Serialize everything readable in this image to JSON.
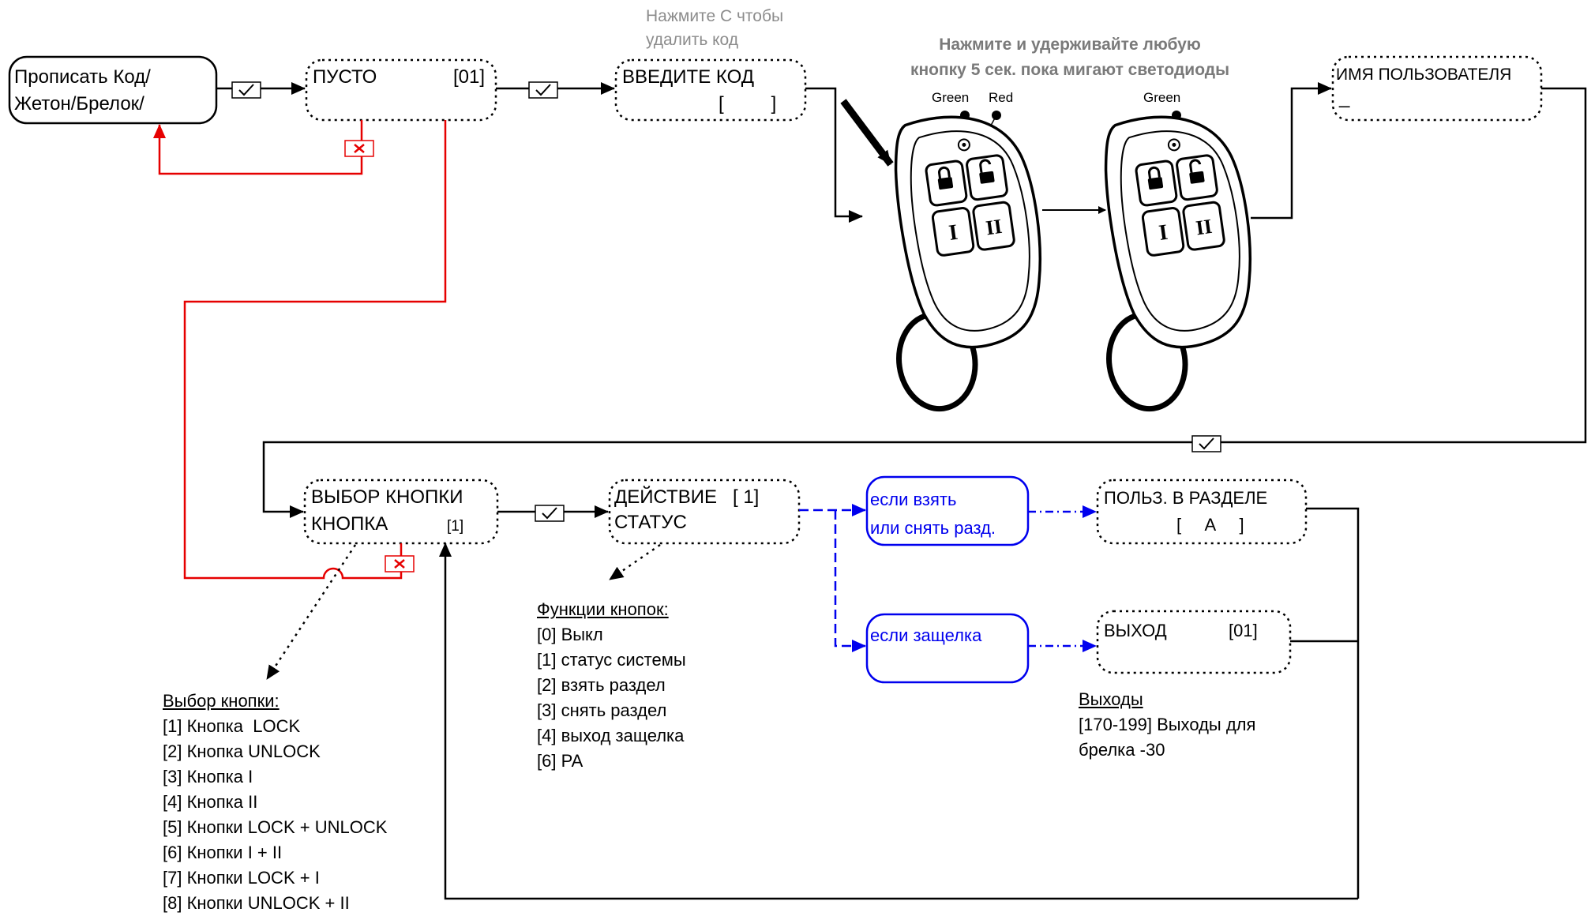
{
  "colors": {
    "main": "#000000",
    "cancel": "#e60000",
    "optional": "#0000ee",
    "hint": "#8c8c8c"
  },
  "icons": {
    "confirm": "checkmark-icon",
    "cancel": "x-icon",
    "remote": "keyfob-remote-icon"
  },
  "start": {
    "line1": "Прописать Код/",
    "line2": "Жетон/Брелок/"
  },
  "empty": {
    "label": "ПУСТО",
    "num": "[01]"
  },
  "enter": {
    "label": "ВВЕДИТЕ КОД",
    "brackets": "[         ]"
  },
  "hint_delete": {
    "line1": "Нажмите С чтобы",
    "line2": "удалить код"
  },
  "hint_hold": {
    "line1": "Нажмите и удерживайте любую",
    "line2": "кнопку 5 сек. пока мигают светодиоды"
  },
  "leds": {
    "green": "Green",
    "red": "Red",
    "green2": "Green"
  },
  "username": {
    "label": "ИМЯ ПОЛЬЗОВАТЕЛЯ",
    "cursor": "_"
  },
  "button_select": {
    "line1": "ВЫБОР КНОПКИ",
    "line2": "КНОПКА",
    "num": "[1]"
  },
  "action": {
    "line1": "ДЕЙСТВИЕ   [ 1]",
    "line2": "СТАТУС"
  },
  "cond_arm": {
    "line1": "если взять",
    "line2": "или снять разд."
  },
  "cond_latch": {
    "label": "если защелка"
  },
  "user_partition": {
    "label": "ПОЛЬЗ. В РАЗДЕЛЕ",
    "value": "[     A     ]"
  },
  "output": {
    "label": "ВЫХОД",
    "num": "[01]"
  },
  "button_list": {
    "title": "Выбор кнопки:",
    "items": [
      "[1] Кнопка  LOCK",
      "[2] Кнопка UNLOCK",
      "[3] Кнопка I",
      "[4] Кнопка II",
      "[5] Кнопки LOCK + UNLOCK",
      "[6] Кнопки I + II",
      "[7] Кнопки LOCK + I",
      "[8] Кнопки UNLOCK + II"
    ]
  },
  "function_list": {
    "title": "Функции кнопок:",
    "items": [
      "[0] Выкл",
      "[1] статус системы",
      "[2] взять раздел",
      "[3] снять раздел",
      "[4] выход защелка",
      "[6] PA"
    ]
  },
  "output_list": {
    "title": "Выходы",
    "items": [
      "[170-199] Выходы для",
      "брелка -30"
    ]
  }
}
